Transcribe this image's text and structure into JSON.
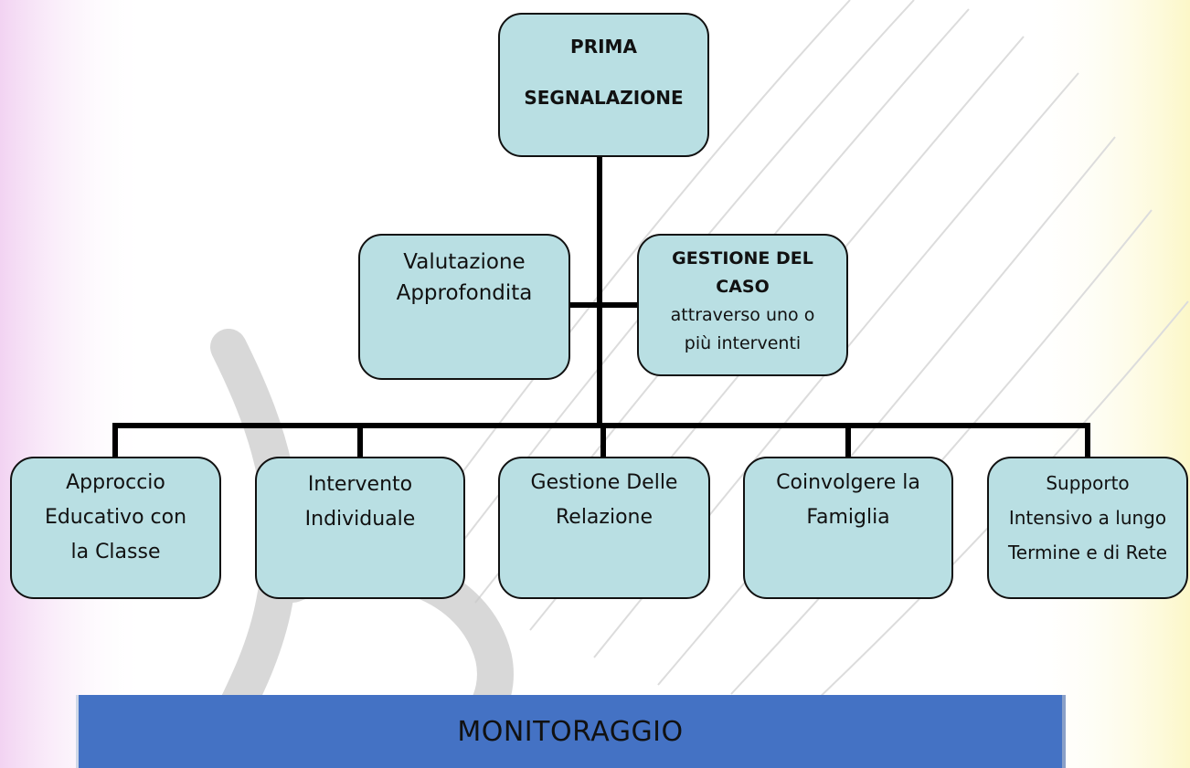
{
  "diagram": {
    "top_node": {
      "line1": "PRIMA",
      "line2": "SEGNALAZIONE"
    },
    "middle_left": {
      "line1": "Valutazione",
      "line2": "Approfondita"
    },
    "middle_right": {
      "title_line1": "GESTIONE DEL",
      "title_line2": "CASO",
      "line3": "attraverso uno o",
      "line4": "più interventi"
    },
    "bottom_nodes": [
      {
        "lines": [
          "Approccio",
          "Educativo con",
          "la Classe"
        ]
      },
      {
        "lines": [
          "Intervento",
          "Individuale"
        ]
      },
      {
        "lines": [
          "Gestione Delle",
          "Relazione"
        ]
      },
      {
        "lines": [
          "Coinvolgere la",
          "Famiglia"
        ]
      },
      {
        "lines": [
          "Supporto",
          "Intensivo a lungo",
          "Termine e di Rete"
        ]
      }
    ],
    "footer_bar": "MONITORAGGIO"
  },
  "colors": {
    "node_fill": "#b9dfe3",
    "node_border": "#111111",
    "connector": "#000000",
    "footer_bar": "#4472c4"
  }
}
